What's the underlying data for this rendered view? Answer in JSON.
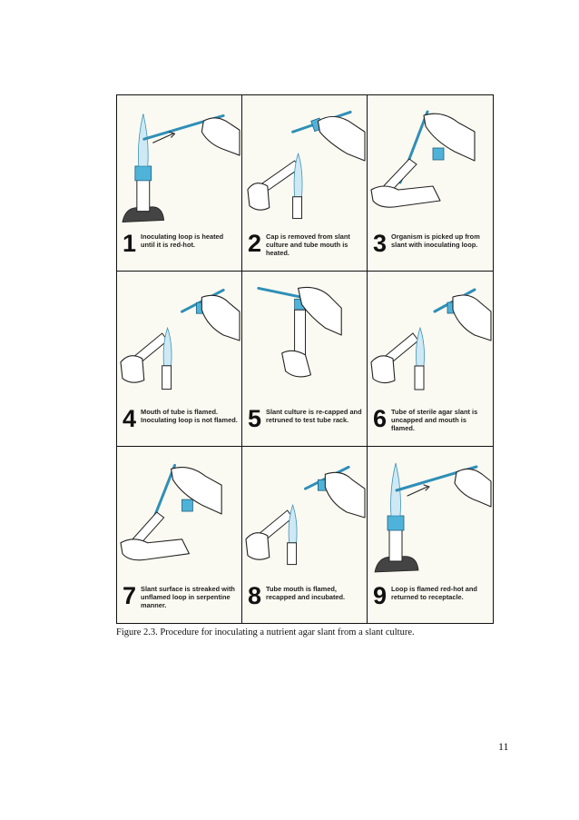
{
  "figure": {
    "panels": [
      {
        "number": "1",
        "caption": "Inoculating loop is heated until it is red-hot."
      },
      {
        "number": "2",
        "caption": "Cap is removed from slant culture and tube mouth is heated."
      },
      {
        "number": "3",
        "caption": "Organism is picked up from slant with inoculating loop."
      },
      {
        "number": "4",
        "caption": "Mouth of tube is flamed. Inoculating loop is not flamed."
      },
      {
        "number": "5",
        "caption": "Slant culture is re-capped and retruned to test tube rack."
      },
      {
        "number": "6",
        "caption": "Tube of sterile agar slant is uncapped and mouth is flamed."
      },
      {
        "number": "7",
        "caption": "Slant surface is streaked with unflamed loop in serpentine manner."
      },
      {
        "number": "8",
        "caption": "Tube mouth is flamed, recapped and incubated."
      },
      {
        "number": "9",
        "caption": "Loop is flamed red-hot and returned to receptacle."
      }
    ],
    "caption": "Figure 2.3. Procedure for inoculating a nutrient agar slant from a slant culture.",
    "colors": {
      "accent": "#4fb3d9",
      "ink": "#222222",
      "panel_bg": "#fbfaf2"
    }
  },
  "page": {
    "number": "11"
  }
}
